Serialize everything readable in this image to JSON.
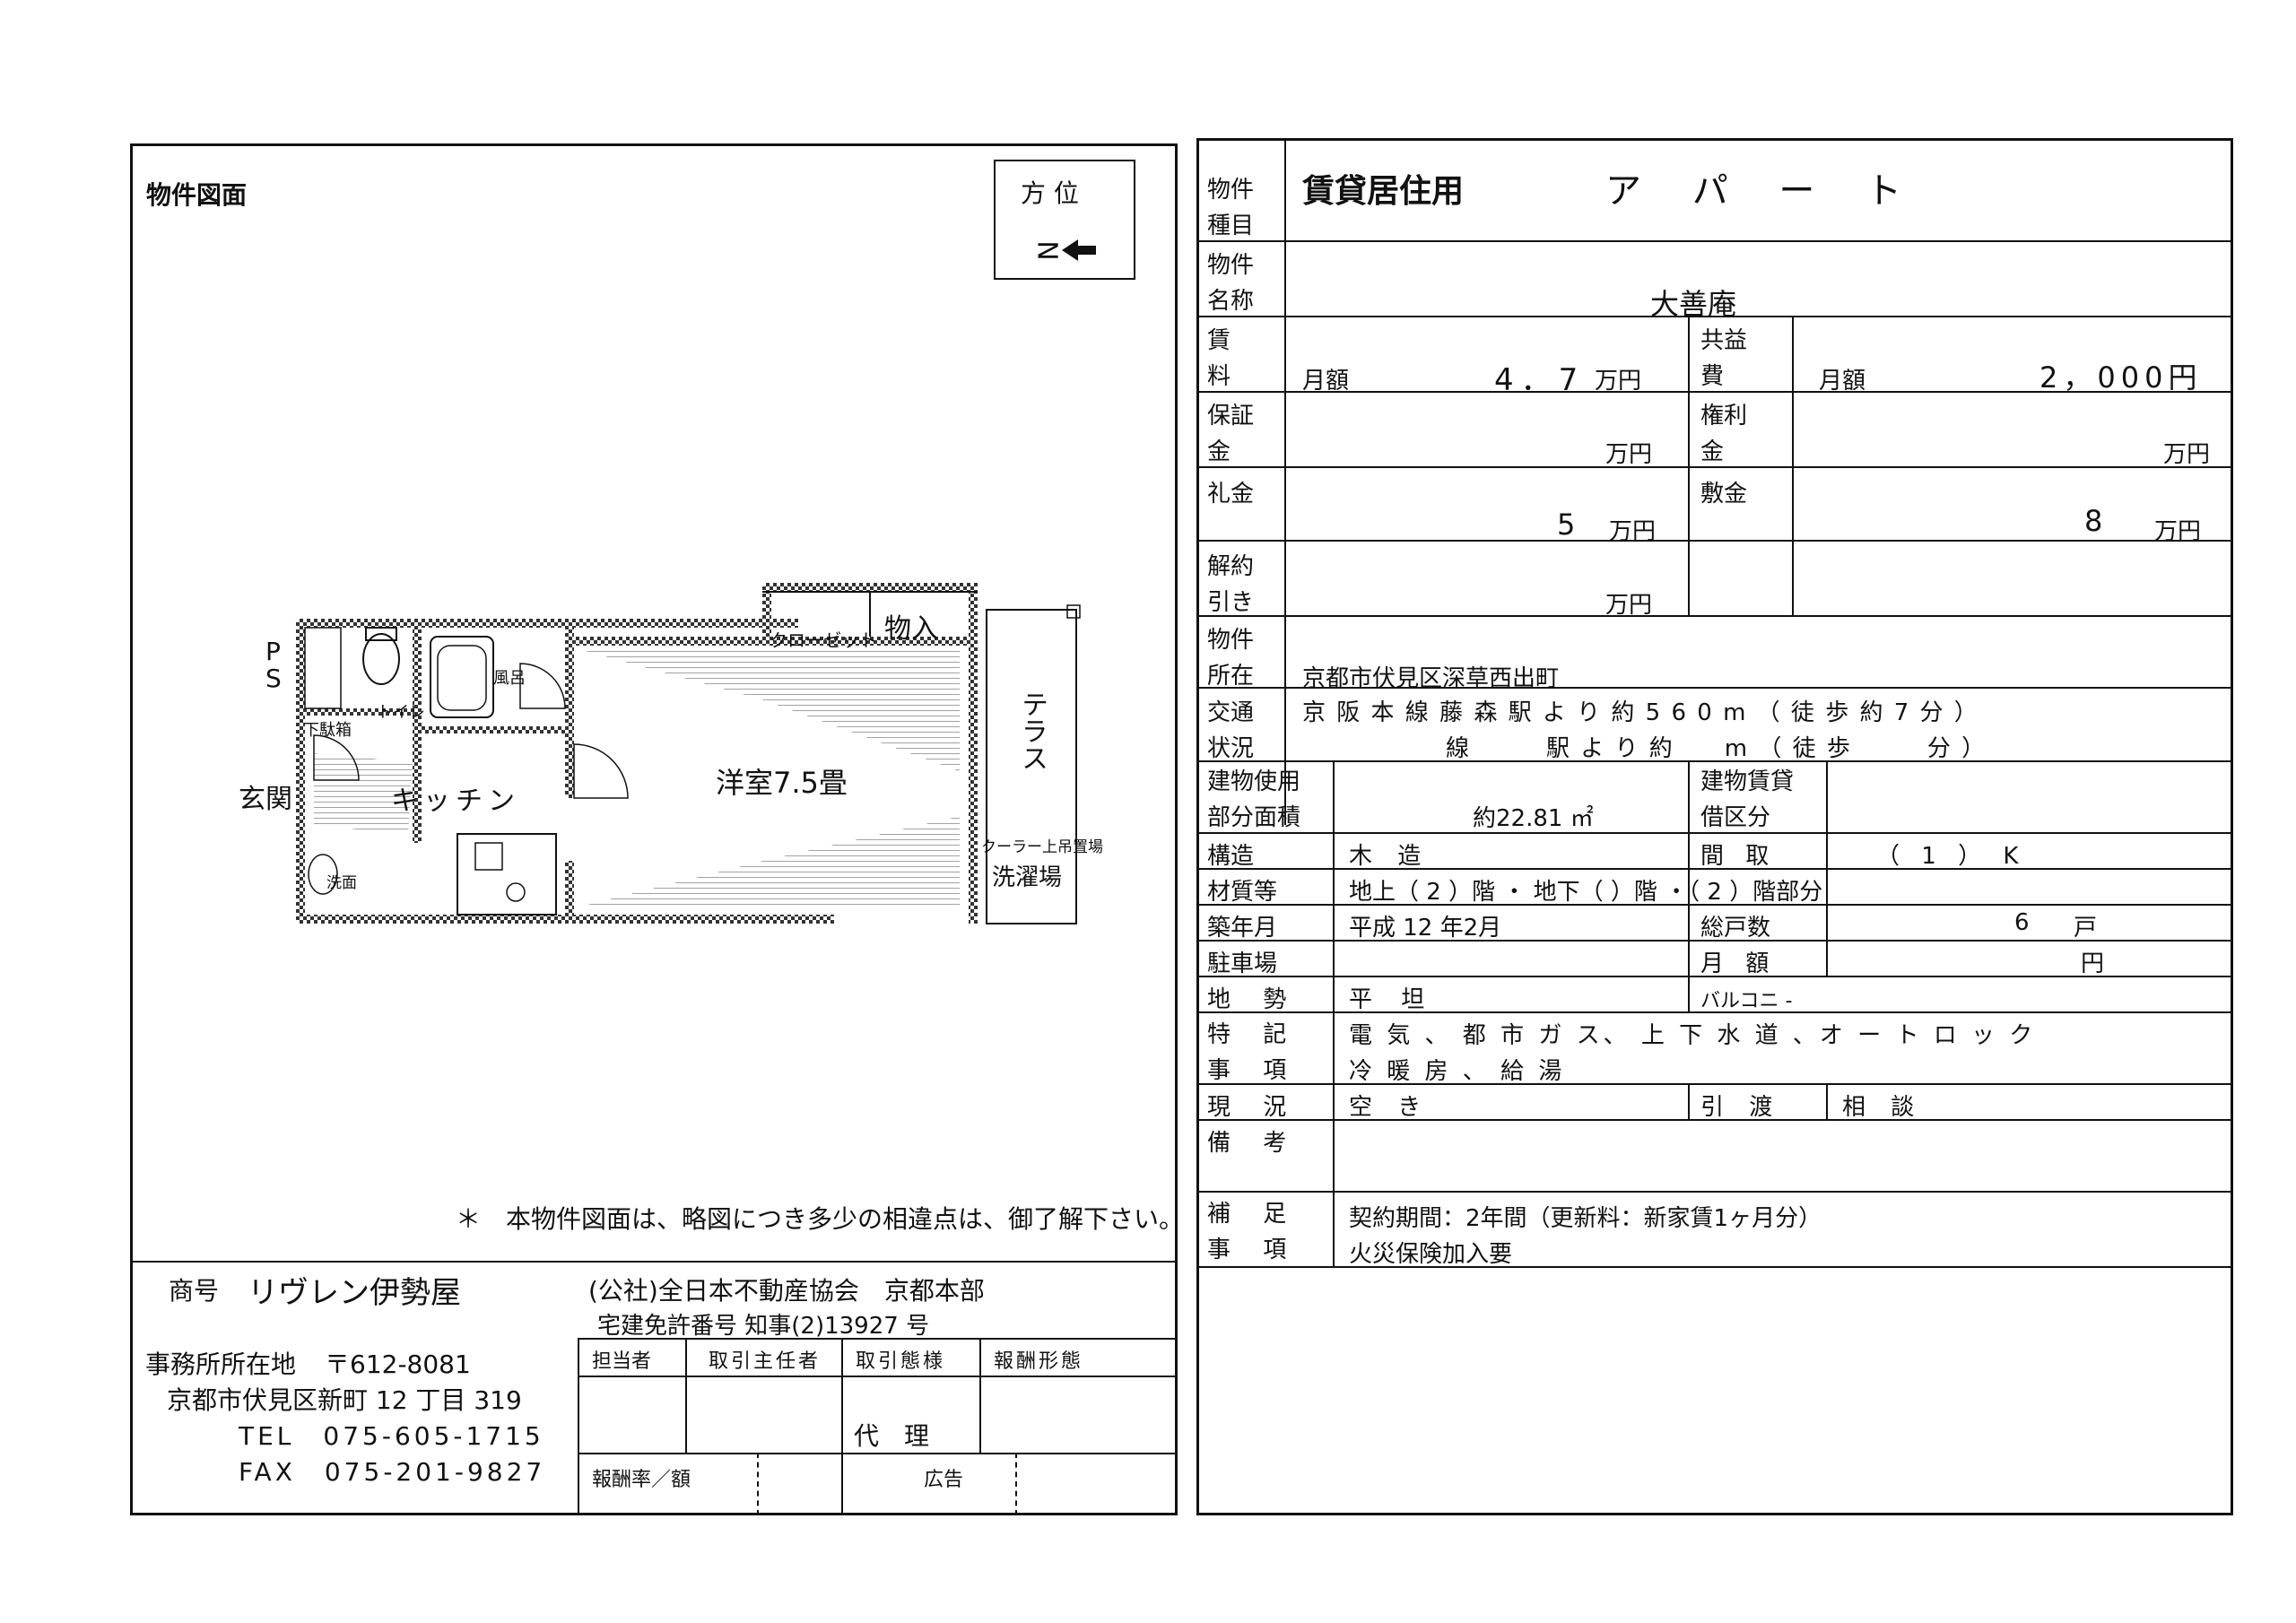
{
  "left": {
    "title": "物件図面",
    "compass": {
      "label": "方 位",
      "north": "N"
    },
    "floorplan": {
      "ps": "P\nS",
      "toilet": "トイレ",
      "bath": "風呂",
      "shoebox": "下駄箱",
      "entrance": "玄関",
      "kitchen": "キッチン",
      "closet": "クローゼット",
      "storage": "物入",
      "room": "洋室7.5畳",
      "terrace": "テラス",
      "ac": "クーラー上吊置場",
      "laundry": "洗濯場",
      "washroom": "洗面"
    },
    "disclaimer": "＊　本物件図面は、略図につき多少の相違点は、御了解下さい。",
    "company": {
      "label": "商号",
      "name": "リヴレン伊勢屋",
      "association": "(公社)全日本不動産協会　京都本部",
      "license": "宅建免許番号 知事(2)13927 号",
      "office_label": "事務所所在地",
      "postal": "〒612-8081",
      "address": "京都市伏見区新町 12 丁目 319",
      "tel": "TEL　075-605-1715",
      "fax": "FAX　075-201-9827"
    },
    "agent_table": {
      "h1": "担当者",
      "h2": "取引主任者",
      "h3": "取引態様",
      "h4": "報酬形態",
      "mode_value": "代　理",
      "fee_label": "報酬率／額",
      "ad_label": "広告"
    }
  },
  "right": {
    "type_label": "物件\n種目",
    "type_value": "賃貸居住用",
    "type_value2": "ア パ ー ト",
    "name_label": "物件\n名称",
    "name_value": "大善庵",
    "rent_label": "賃\n料",
    "rent_prefix": "月額",
    "rent_value": "4．7",
    "rent_unit": "万円",
    "common_label": "共益\n費",
    "common_prefix": "月額",
    "common_value": "2，000円",
    "deposit_label": "保証\n金",
    "deposit_unit": "万円",
    "key_label": "権利\n金",
    "key_unit": "万円",
    "reikin_label": "礼金",
    "reikin_value": "5",
    "reikin_unit": "万円",
    "shikikin_label": "敷金",
    "shikikin_value": "8",
    "shikikin_unit": "万円",
    "kaiyaku_label": "解約\n引き",
    "kaiyaku_unit": "万円",
    "location_label": "物件\n所在",
    "location_value": "京都市伏見区深草西出町",
    "transport_label": "交通",
    "transport_value": "京 阪 本 線 藤 森 駅 よ り 約 5 6 0 m （ 徒 歩 約 7 分 ）",
    "status_label": "状況",
    "status_value": "線　　　駅 よ り 約　　m （ 徒 歩　　　分 ）",
    "area_label": "建物使用\n部分面積",
    "area_value": "約22.81 ㎡",
    "lease_label": "建物賃貸\n借区分",
    "structure_label": "構造",
    "structure_value": "木 造",
    "layout_label": "間 取",
    "layout_value": "（ 1 ） K",
    "material_label": "材質等",
    "material_value": "地上（ 2 ）階 ・ 地下（ ）階 ・（ 2 ）階部分",
    "built_label": "築年月",
    "built_value": "平成 12 年2月",
    "units_label": "総戸数",
    "units_value": "6",
    "units_unit": "戸",
    "parking_label": "駐車場",
    "monthly_label": "月 額",
    "monthly_unit": "円",
    "terrain_label": "地 勢",
    "terrain_value": "平 坦",
    "balcony_label": "バルコニ -",
    "special_label": "特 記\n事 項",
    "special_value1": "電 気 、 都 市 ガ ス、 上 下 水 道 、オ ー ト ロ ッ ク",
    "special_value2": "冷 暖 房 、 給 湯",
    "current_label": "現 況",
    "current_value": "空 き",
    "handover_label": "引 渡",
    "handover_value": "相 談",
    "notes_label": "備 考",
    "supp_label": "補 足\n事 項",
    "supp_value1": "契約期間：2年間（更新料：新家賃1ヶ月分）",
    "supp_value2": "火災保険加入要"
  }
}
